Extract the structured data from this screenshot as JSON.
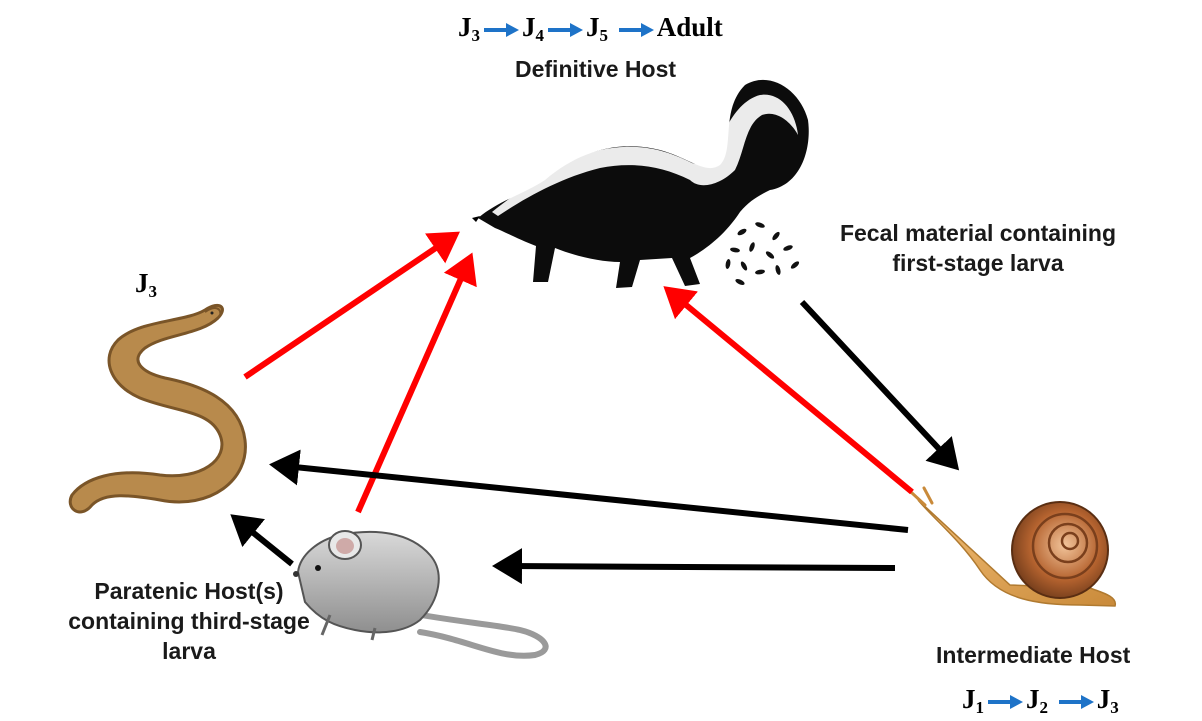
{
  "definitive_host": {
    "label": "Definitive Host",
    "stages": [
      {
        "base": "J",
        "sub": "3"
      },
      {
        "base": "J",
        "sub": "4"
      },
      {
        "base": "J",
        "sub": "5"
      },
      {
        "base": "Adult",
        "sub": ""
      }
    ]
  },
  "fecal": {
    "line1": "Fecal material containing",
    "line2": "first-stage larva"
  },
  "snake_stage": {
    "base": "J",
    "sub": "3"
  },
  "paratenic": {
    "line1": "Paratenic Host(s)",
    "line2": "containing third-stage",
    "line3": "larva"
  },
  "intermediate_host": {
    "label": "Intermediate Host",
    "stages": [
      {
        "base": "J",
        "sub": "1"
      },
      {
        "base": "J",
        "sub": "2"
      },
      {
        "base": "J",
        "sub": "3"
      }
    ]
  },
  "colors": {
    "infection_arrow": "#ff0000",
    "transfer_arrow": "#000000",
    "stage_arrow": "#1e73c8"
  }
}
